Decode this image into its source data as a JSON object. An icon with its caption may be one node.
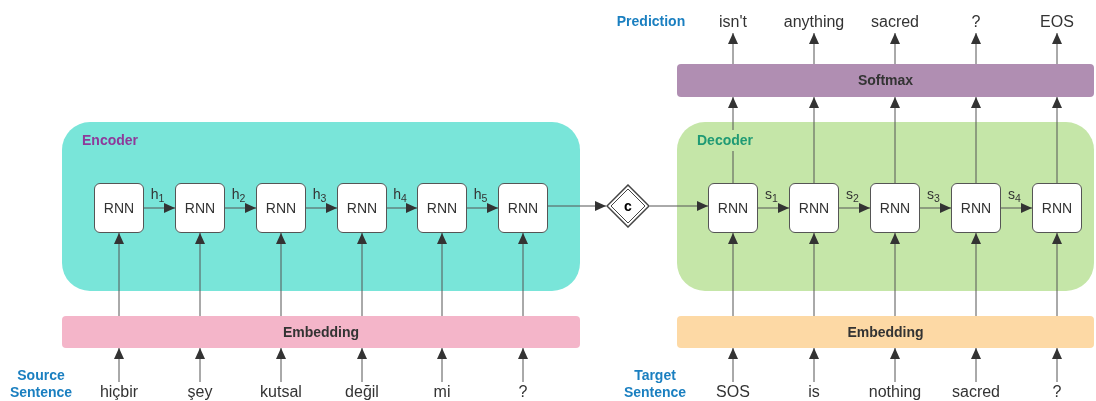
{
  "diagram": {
    "nodes": [
      {
        "text": [
          "Encoder"
        ]
      },
      {
        "text": [
          "RNN"
        ],
        "in": 0
      },
      {
        "text": [
          "RNN"
        ],
        "in": 0
      },
      {
        "text": [
          "RNN"
        ],
        "in": 0
      },
      {
        "text": [
          "RNN"
        ],
        "in": 0
      },
      {
        "text": [
          "RNN"
        ],
        "in": 0
      },
      {
        "text": [
          "RNN"
        ],
        "in": 0
      },
      {
        "text": [
          "Embedding"
        ]
      },
      {
        "text": [
          "hiçbir"
        ]
      },
      {
        "text": [
          "şey"
        ]
      },
      {
        "text": [
          "kutsal"
        ]
      },
      {
        "text": [
          "değil"
        ]
      },
      {
        "text": [
          "mi"
        ]
      },
      {
        "text": [
          "?"
        ]
      },
      {
        "text": [
          "c"
        ]
      },
      {
        "text": [
          "Decoder"
        ]
      },
      {
        "text": [
          "RNN"
        ],
        "in": 15
      },
      {
        "text": [
          "RNN"
        ],
        "in": 15
      },
      {
        "text": [
          "RNN"
        ],
        "in": 15
      },
      {
        "text": [
          "RNN"
        ],
        "in": 15
      },
      {
        "text": [
          "RNN"
        ],
        "in": 15
      },
      {
        "text": [
          "Embedding"
        ]
      },
      {
        "text": [
          "SOS"
        ]
      },
      {
        "text": [
          "is"
        ]
      },
      {
        "text": [
          "nothing"
        ]
      },
      {
        "text": [
          "sacred"
        ]
      },
      {
        "text": [
          "?"
        ]
      },
      {
        "text": [
          "Softmax"
        ]
      },
      {
        "text": [
          "isn't"
        ]
      },
      {
        "text": [
          "anything"
        ]
      },
      {
        "text": [
          "sacred"
        ]
      },
      {
        "text": [
          "?"
        ]
      },
      {
        "text": [
          "EOS"
        ]
      }
    ],
    "edges": [
      {
        "from": 8,
        "to": 7,
        "arrow": "to"
      },
      {
        "from": 9,
        "to": 7,
        "arrow": "to"
      },
      {
        "from": 10,
        "to": 7,
        "arrow": "to"
      },
      {
        "from": 11,
        "to": 7,
        "arrow": "to"
      },
      {
        "from": 12,
        "to": 7,
        "arrow": "to"
      },
      {
        "from": 13,
        "to": 7,
        "arrow": "to"
      },
      {
        "from": 7,
        "to": 1,
        "arrow": "to"
      },
      {
        "from": 7,
        "to": 2,
        "arrow": "to"
      },
      {
        "from": 7,
        "to": 3,
        "arrow": "to"
      },
      {
        "from": 7,
        "to": 4,
        "arrow": "to"
      },
      {
        "from": 7,
        "to": 5,
        "arrow": "to"
      },
      {
        "from": 7,
        "to": 6,
        "arrow": "to"
      },
      {
        "from": 1,
        "to": 2,
        "arrow": "to",
        "label": "h$_{1}$"
      },
      {
        "from": 2,
        "to": 3,
        "arrow": "to",
        "label": "h$_{2}$"
      },
      {
        "from": 3,
        "to": 4,
        "arrow": "to",
        "label": "h$_{3}$"
      },
      {
        "from": 4,
        "to": 5,
        "arrow": "to",
        "label": "h$_{4}$"
      },
      {
        "from": 5,
        "to": 6,
        "arrow": "to",
        "label": "h$_{5}$"
      },
      {
        "from": 6,
        "to": 14,
        "arrow": "to"
      },
      {
        "from": 14,
        "to": 16,
        "arrow": "to"
      },
      {
        "from": 22,
        "to": 21,
        "arrow": "to"
      },
      {
        "from": 23,
        "to": 21,
        "arrow": "to"
      },
      {
        "from": 24,
        "to": 21,
        "arrow": "to"
      },
      {
        "from": 25,
        "to": 21,
        "arrow": "to"
      },
      {
        "from": 26,
        "to": 21,
        "arrow": "to"
      },
      {
        "from": 21,
        "to": 16,
        "arrow": "to"
      },
      {
        "from": 21,
        "to": 17,
        "arrow": "to"
      },
      {
        "from": 21,
        "to": 18,
        "arrow": "to"
      },
      {
        "from": 21,
        "to": 19,
        "arrow": "to"
      },
      {
        "from": 21,
        "to": 20,
        "arrow": "to"
      },
      {
        "from": 16,
        "to": 17,
        "arrow": "to",
        "label": "s$_{1}$"
      },
      {
        "from": 17,
        "to": 18,
        "arrow": "to",
        "label": "s$_{2}$"
      },
      {
        "from": 18,
        "to": 19,
        "arrow": "to",
        "label": "s$_{3}$"
      },
      {
        "from": 19,
        "to": 20,
        "arrow": "to",
        "label": "s$_{4}$"
      },
      {
        "from": 16,
        "to": 27,
        "arrow": "to"
      },
      {
        "from": 17,
        "to": 27,
        "arrow": "to"
      },
      {
        "from": 18,
        "to": 27,
        "arrow": "to"
      },
      {
        "from": 19,
        "to": 27,
        "arrow": "to"
      },
      {
        "from": 20,
        "to": 27,
        "arrow": "to"
      },
      {
        "from": 27,
        "to": 28,
        "arrow": "to"
      },
      {
        "from": 27,
        "to": 29,
        "arrow": "to"
      },
      {
        "from": 27,
        "to": 30,
        "arrow": "to"
      },
      {
        "from": 27,
        "to": 31,
        "arrow": "to"
      },
      {
        "from": 27,
        "to": 32,
        "arrow": "to"
      }
    ],
    "labels": [
      "Prediction",
      "Source Sentence",
      "Target Sentence"
    ]
  }
}
